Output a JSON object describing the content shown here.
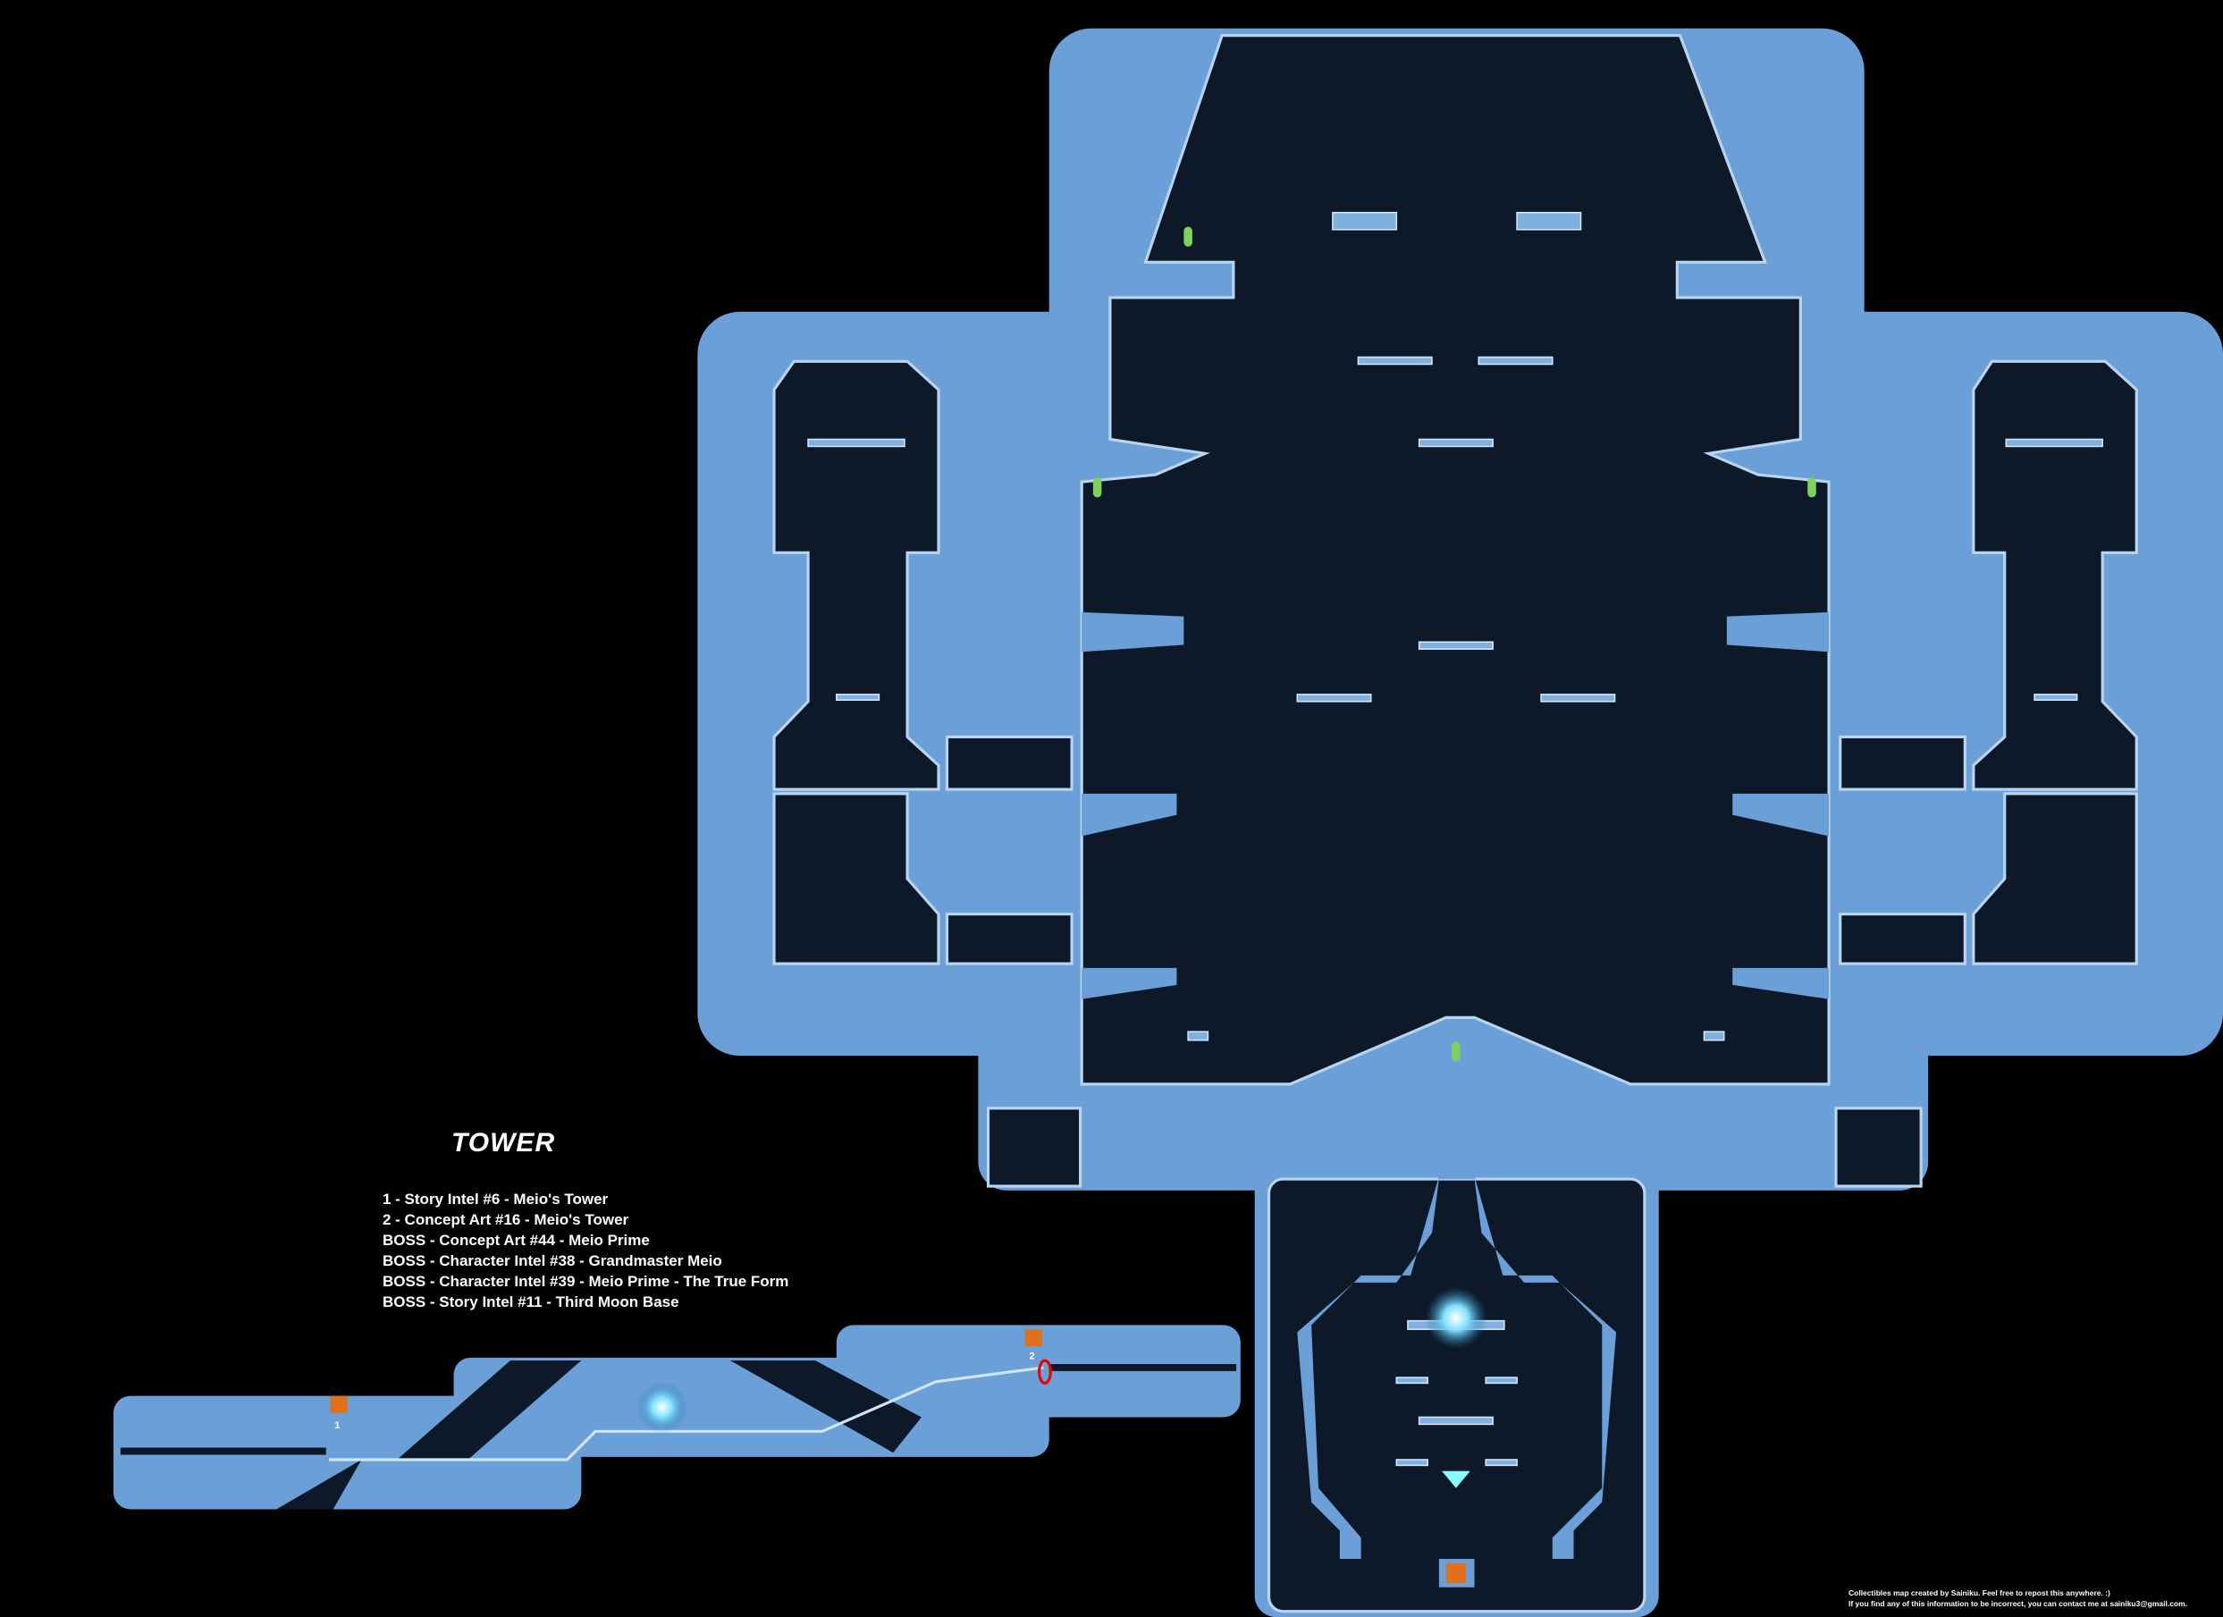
{
  "map": {
    "title": "TOWER",
    "legend": [
      "1 - Story Intel #6 - Meio's Tower",
      "2 - Concept Art #16 - Meio's Tower",
      "BOSS - Concept Art #44 - Meio Prime",
      "BOSS - Character Intel #38 - Grandmaster Meio",
      "BOSS - Character Intel #39 - Meio Prime - The True Form",
      "BOSS - Story Intel #11 - Third Moon Base"
    ],
    "markers": [
      "1",
      "2"
    ],
    "colors": {
      "floor": "#6a9fd8",
      "room": "#0d1828",
      "wall": "#b8d4ee",
      "save": "#7dd35a",
      "intel": "#e0701a"
    }
  },
  "credits": {
    "line1": "Collectibles map created by Sainiku. Feel free to repost this anywhere. :)",
    "line2": "If you find any of this information to be incorrect, you can contact me at sainiku3@gmail.com."
  }
}
